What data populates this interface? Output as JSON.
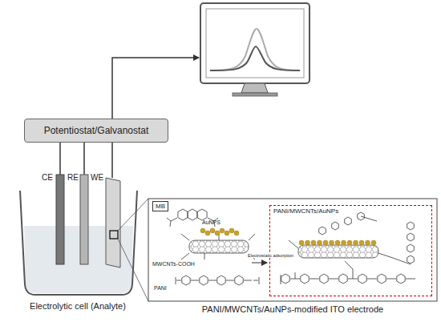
{
  "diagram": {
    "nodes": [
      {
        "text": [
          "Potentiostat/Galvanostat"
        ]
      },
      {
        "text": [
          "MB"
        ]
      },
      {
        "text": [
          "PANI/MWCNTs/AuNPs"
        ]
      }
    ],
    "labels": [
      "CE",
      "RE",
      "WE",
      "Electrolytic cell (Analyte)",
      "AuNPS",
      "MWCNTs-COOH",
      "PANI",
      "Electrostatic adsorption",
      "PANI/MWCNTs/AuNPs-modified ITO electrode"
    ]
  }
}
